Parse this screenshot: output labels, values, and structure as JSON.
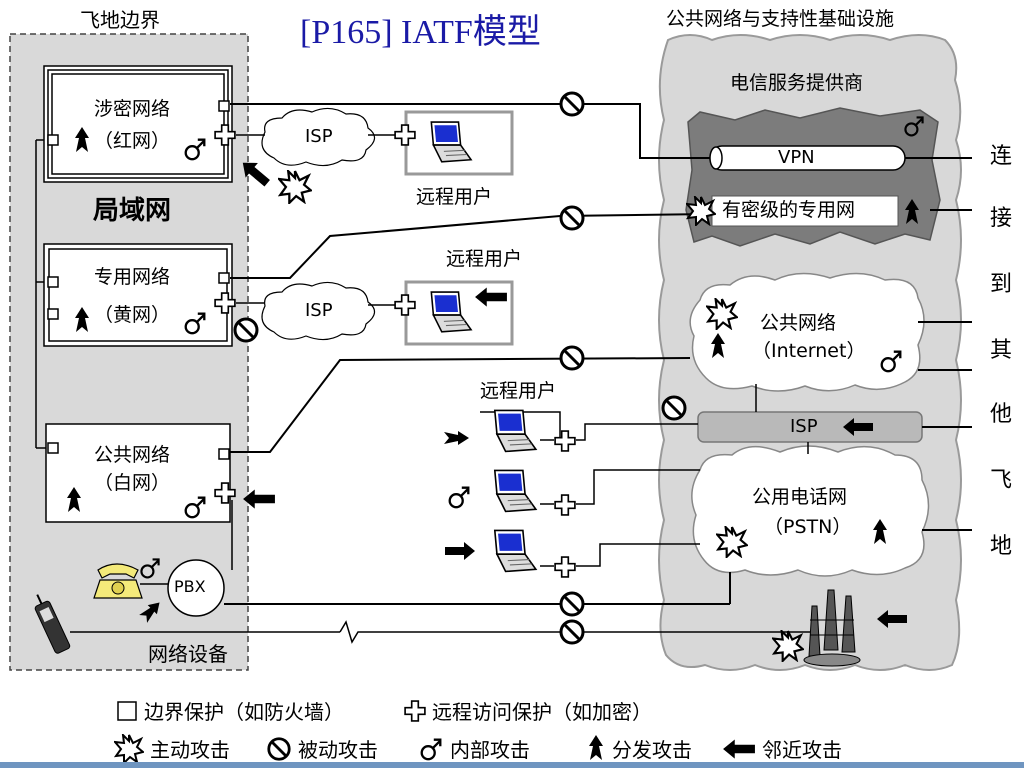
{
  "title": "[P165] IATF模型",
  "enclave": {
    "label": "飞地边界",
    "lan": "局域网",
    "netdev": "网络设备"
  },
  "networks": {
    "red": {
      "line1": "涉密网络",
      "line2": "（红网）"
    },
    "yellow": {
      "line1": "专用网络",
      "line2": "（黄网）"
    },
    "white": {
      "line1": "公共网络",
      "line2": "（白网）"
    }
  },
  "isp_label": "ISP",
  "pbx_label": "PBX",
  "remote_user": "远程用户",
  "infrastructure": {
    "label": "公共网络与支持性基础设施",
    "telecom": "电信服务提供商",
    "vpn": "VPN",
    "classified": "有密级的专用网",
    "public_line1": "公共网络",
    "public_line2": "（Internet）",
    "isp": "ISP",
    "pstn_line1": "公用电话网",
    "pstn_line2": "（PSTN）"
  },
  "side_text": [
    "连",
    "接",
    "到",
    "其",
    "他",
    "飞",
    "地"
  ],
  "legend": {
    "boundary": "边界保护（如防火墙）",
    "remote_access": "远程访问保护（如加密）",
    "active": "主动攻击",
    "passive": "被动攻击",
    "insider": "内部攻击",
    "distribution": "分发攻击",
    "close_in": "邻近攻击"
  }
}
